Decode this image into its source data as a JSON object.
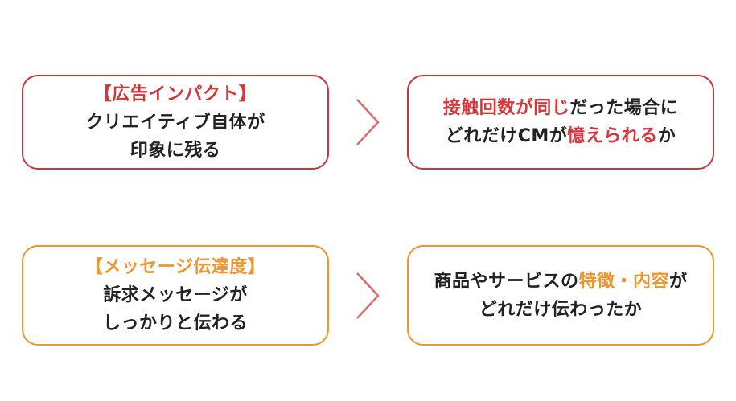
{
  "colors": {
    "red": "#d9343a",
    "red_border": "#c8363c",
    "orange": "#f0952c",
    "text": "#222222",
    "chevron": "#e36a6a"
  },
  "rows": [
    {
      "left": {
        "heading": "【広告インパクト】",
        "lines": [
          "クリエイティブ自体が",
          "印象に残る"
        ]
      },
      "arrow_icon": "chevron-right-icon",
      "right": {
        "line1": {
          "emphasis": "接触回数が同じ",
          "rest": "だった場合に"
        },
        "line2": {
          "prefix": "どれだけCMが",
          "emphasis": "憶えられる",
          "suffix": "か"
        }
      }
    },
    {
      "left": {
        "heading": "【メッセージ伝達度】",
        "lines": [
          "訴求メッセージが",
          "しっかりと伝わる"
        ]
      },
      "arrow_icon": "chevron-right-icon",
      "right": {
        "line1": {
          "prefix": "商品やサービスの",
          "emphasis": "特徴・内容",
          "suffix": "が"
        },
        "line2": "どれだけ伝わったか"
      }
    }
  ]
}
